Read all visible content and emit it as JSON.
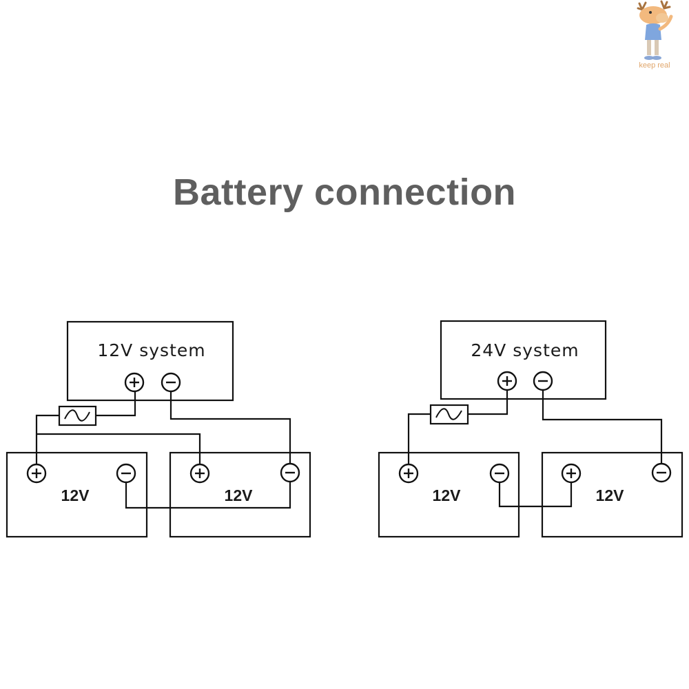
{
  "title": "Battery connection",
  "logo": {
    "text": "keep real",
    "icon": "moose-mascot-icon"
  },
  "diagrams": [
    {
      "system_label": "12V system",
      "batteries": [
        {
          "label": "12V"
        },
        {
          "label": "12V"
        }
      ],
      "wiring": "parallel",
      "terminal_symbols": {
        "positive": "+",
        "negative": "-"
      }
    },
    {
      "system_label": "24V system",
      "batteries": [
        {
          "label": "12V"
        },
        {
          "label": "12V"
        }
      ],
      "wiring": "series",
      "terminal_symbols": {
        "positive": "+",
        "negative": "-"
      }
    }
  ]
}
